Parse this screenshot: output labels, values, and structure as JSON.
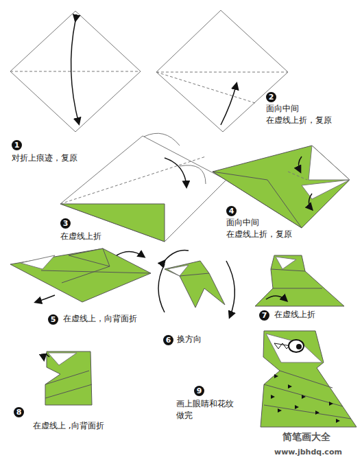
{
  "diagram": {
    "nodes": [
      {
        "text": [
          "1"
        ]
      },
      {
        "text": [
          "2"
        ]
      },
      {
        "text": [
          "3"
        ]
      },
      {
        "text": [
          "4"
        ]
      },
      {
        "text": [
          "5"
        ]
      },
      {
        "text": [
          "6"
        ]
      },
      {
        "text": [
          "7"
        ]
      },
      {
        "text": [
          "8"
        ]
      },
      {
        "text": [
          "9"
        ]
      }
    ],
    "labels": [
      "对折上痕迹，复原",
      "面向中间 在虚线上折，复原",
      "在虚线上折",
      "面向中间 在虚线上折，复原",
      "在虚线上，向背面折",
      "换方向",
      "在虚线上折",
      "在虚线上 ,向背面折",
      "画上眼睛和花纹 做完",
      "简笔画大全",
      "www.jbhdq.com"
    ]
  }
}
